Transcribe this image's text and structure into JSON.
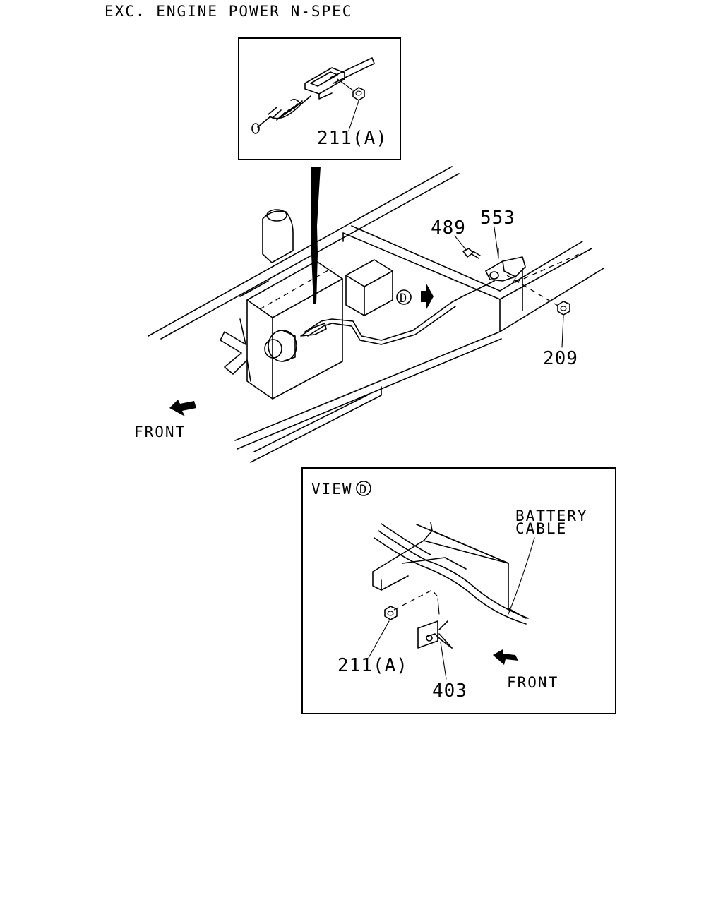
{
  "heading": "EXC. ENGINE POWER N-SPEC",
  "callouts": {
    "inset_top_part": "211(A)",
    "part_489": "489",
    "part_553": "553",
    "part_209": "209",
    "view_marker": "D",
    "front_main": "FRONT"
  },
  "view_panel": {
    "title": "VIEW",
    "marker": "D",
    "battery_cable_line1": "BATTERY",
    "battery_cable_line2": "CABLE",
    "part_211a": "211(A)",
    "part_403": "403",
    "front": "FRONT"
  }
}
